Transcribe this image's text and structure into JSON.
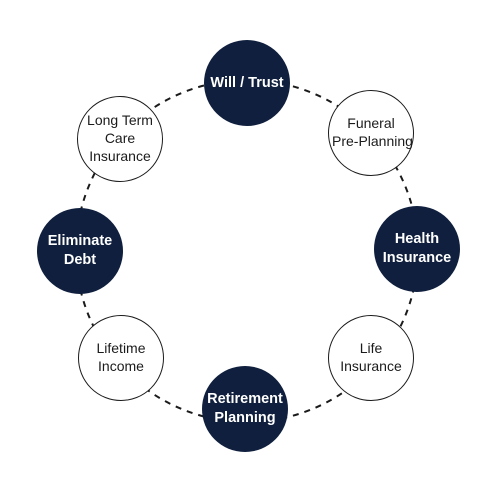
{
  "colors": {
    "filled_fill": "#0f1f3d",
    "filled_text": "#ffffff",
    "outline_stroke": "#1b1b1b",
    "outline_text": "#1b1b1b",
    "connector": "#1b1b1b"
  },
  "nodes": [
    {
      "id": "will-trust",
      "style": "filled",
      "lines": [
        "Will / Trust"
      ]
    },
    {
      "id": "funeral-pre-planning",
      "style": "outline",
      "lines": [
        "Funeral",
        "Pre-Planning"
      ]
    },
    {
      "id": "health-insurance",
      "style": "filled",
      "lines": [
        "Health",
        "Insurance"
      ]
    },
    {
      "id": "life-insurance",
      "style": "outline",
      "lines": [
        "Life",
        "Insurance"
      ]
    },
    {
      "id": "retirement-planning",
      "style": "filled",
      "lines": [
        "Retirement",
        "Planning"
      ]
    },
    {
      "id": "lifetime-income",
      "style": "outline",
      "lines": [
        "Lifetime",
        "Income"
      ]
    },
    {
      "id": "eliminate-debt",
      "style": "filled",
      "lines": [
        "Eliminate",
        "Debt"
      ]
    },
    {
      "id": "long-term-care-insurance",
      "style": "outline",
      "lines": [
        "Long Term",
        "Care",
        "Insurance"
      ]
    }
  ]
}
